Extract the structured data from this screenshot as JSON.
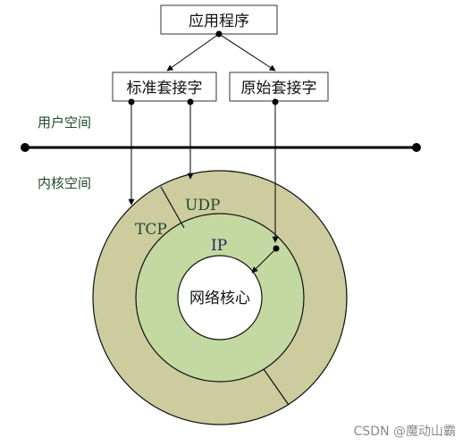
{
  "boxes": {
    "app": "应用程序",
    "standard_socket": "标准套接字",
    "raw_socket": "原始套接字"
  },
  "zones": {
    "user_space": "用户空间",
    "kernel_space": "内核空间"
  },
  "rings": {
    "udp": "UDP",
    "tcp": "TCP",
    "ip": "IP",
    "core": "网络核心"
  },
  "watermark": "CSDN @魔动山霸",
  "colors": {
    "outer_ring": "#cccc9f",
    "inner_ring": "#c4d8a2",
    "core": "#ffffff",
    "label_green": "#1f4a2b",
    "label_blue": "#1a2a5a",
    "line": "#000000"
  }
}
